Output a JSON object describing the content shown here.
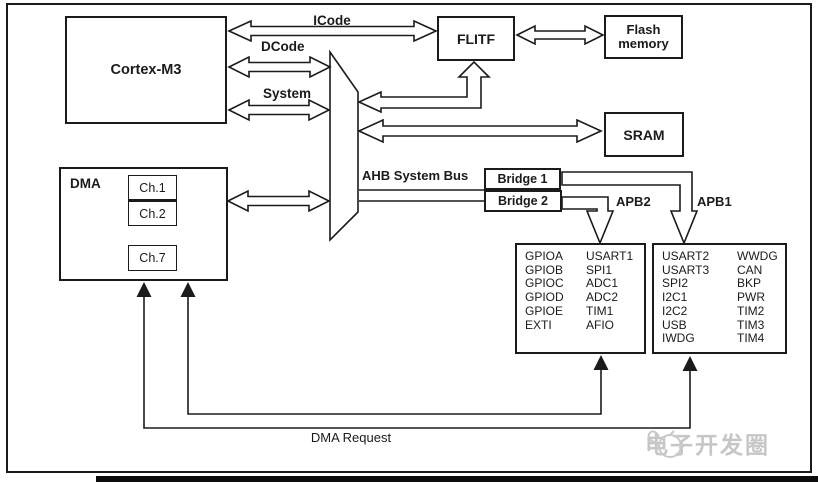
{
  "colors": {
    "line": "#1b1b1b",
    "background": "#ffffff",
    "watermark": "#c6c6c6"
  },
  "blocks": {
    "cortex": "Cortex-M3",
    "flitf": "FLITF",
    "flash_memory": "Flash\nmemory",
    "sram": "SRAM",
    "bridge1": "Bridge 1",
    "bridge2": "Bridge 2"
  },
  "bus_labels": {
    "icode": "ICode",
    "dcode": "DCode",
    "system": "System",
    "ahb": "AHB System Bus",
    "apb2": "APB2",
    "apb1": "APB1"
  },
  "dma": {
    "title": "DMA",
    "channels": [
      "Ch.1",
      "Ch.2",
      "Ch.7"
    ],
    "request_label": "DMA Request"
  },
  "apb2_peripherals": {
    "col1": [
      "GPIOA",
      "GPIOB",
      "GPIOC",
      "GPIOD",
      "GPIOE",
      "EXTI"
    ],
    "col2": [
      "USART1",
      "SPI1",
      "ADC1",
      "ADC2",
      "TIM1",
      "AFIO"
    ]
  },
  "apb1_peripherals": {
    "col1": [
      "USART2",
      "USART3",
      "SPI2",
      "I2C1",
      "I2C2",
      "USB",
      "IWDG"
    ],
    "col2": [
      "WWDG",
      "CAN",
      "BKP",
      "PWR",
      "TIM2",
      "TIM3",
      "TIM4"
    ]
  },
  "watermark": {
    "text": "电子开发圈"
  }
}
